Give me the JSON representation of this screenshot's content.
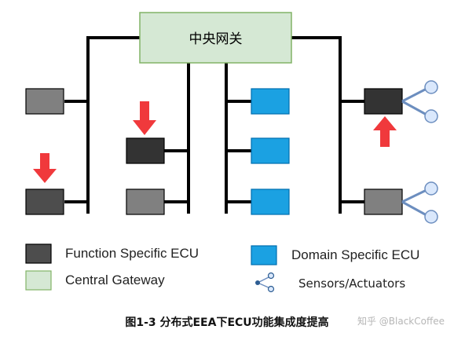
{
  "gateway": {
    "label": "中央网关"
  },
  "legend": {
    "function_ecu": "Function Specific ECU",
    "central_gateway": "Central Gateway",
    "domain_ecu": "Domain Specific ECU",
    "sensors": "Sensors/Actuators"
  },
  "caption": "图1-3 分布式EEA下ECU功能集成度提高",
  "watermark": "知乎 @BlackCoffee",
  "colors": {
    "gateway_fill": "#d5e8d4",
    "gateway_stroke": "#82b366",
    "ecu_dark": "#333333",
    "ecu_gray": "#808080",
    "domain_blue": "#1ba1e2",
    "domain_stroke": "#006eaf",
    "arrow_red": "#f0393c",
    "sensor_stroke": "#6c8ebf",
    "sensor_fill": "#dae8fc",
    "line": "#000000"
  }
}
